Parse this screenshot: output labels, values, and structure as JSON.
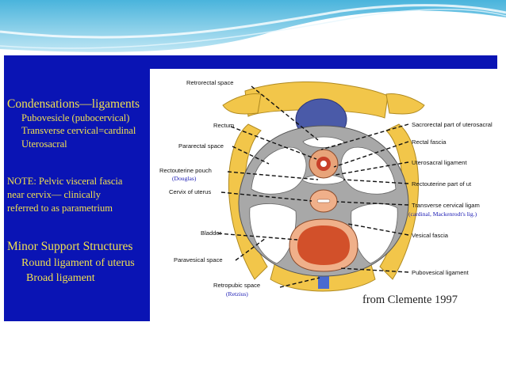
{
  "left_text": {
    "heading1": "Condensations—ligaments",
    "items1": [
      "Pubovesicle (pubocervical)",
      "Transverse cervical=cardinal",
      "Uterosacral"
    ],
    "note_lines": [
      "NOTE:  Pelvic visceral fascia",
      "near cervix— clinically",
      "referred to as parametrium"
    ],
    "heading2": "Minor Support Structures",
    "items2": [
      "Round ligament of uterus",
      "Broad ligament"
    ]
  },
  "figure": {
    "labels_left": [
      "Retrorectal space",
      "Rectum",
      "Pararectal space",
      "Rectouterine pouch",
      "Cervix of uterus",
      "Bladder",
      "Paravesical space",
      "Retropubic space"
    ],
    "labels_right": [
      "Sacrorectal part of uterosacral",
      "Rectal fascia",
      "Uterosacral ligament",
      "Rectouterine part of ut",
      "Transverse cervical ligam",
      "Vesical fascia",
      "Pubovesical ligament"
    ],
    "sub_douglas": "(Douglas)",
    "sub_retzius": "(Retzius)",
    "sub_cardinal": "(cardinal, Mackenrodt's lig.)",
    "credit": "from Clemente 1997"
  },
  "colors": {
    "panel": "#0a14b4",
    "text": "#f0e050",
    "bone": "#f2c64a",
    "fascia": "#9a9a9a"
  }
}
